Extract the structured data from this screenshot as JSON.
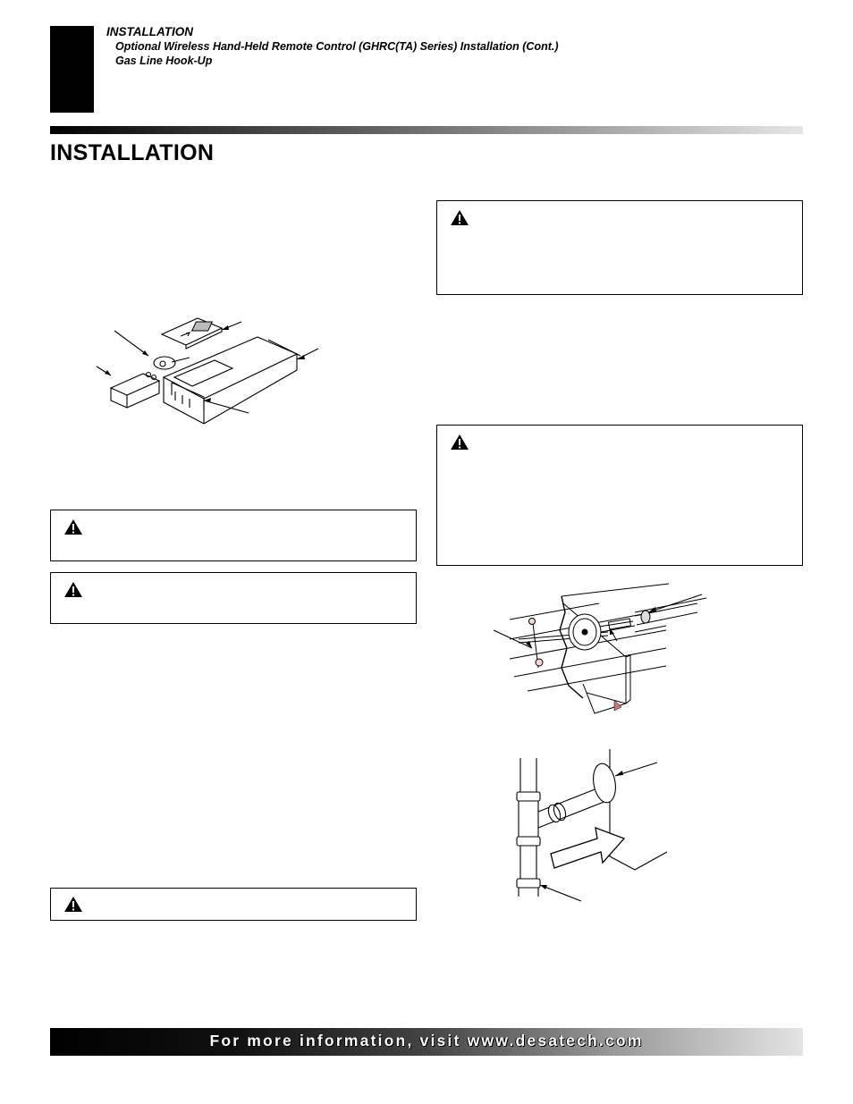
{
  "header": {
    "section": "INSTALLATION",
    "subtopics": [
      "Optional Wireless Hand-Held Remote Control (GHRC(TA) Series) Installation (Cont.)",
      "Gas Line Hook-Up"
    ]
  },
  "page_title": "INSTALLATION",
  "footer": {
    "text": "For more information, visit www.desatech.com"
  },
  "icons": [
    "warning-triangle-icon"
  ],
  "colors": {
    "rule_start": "#000000",
    "rule_end": "#e6e6e6",
    "footer_text": "#ffffff"
  }
}
